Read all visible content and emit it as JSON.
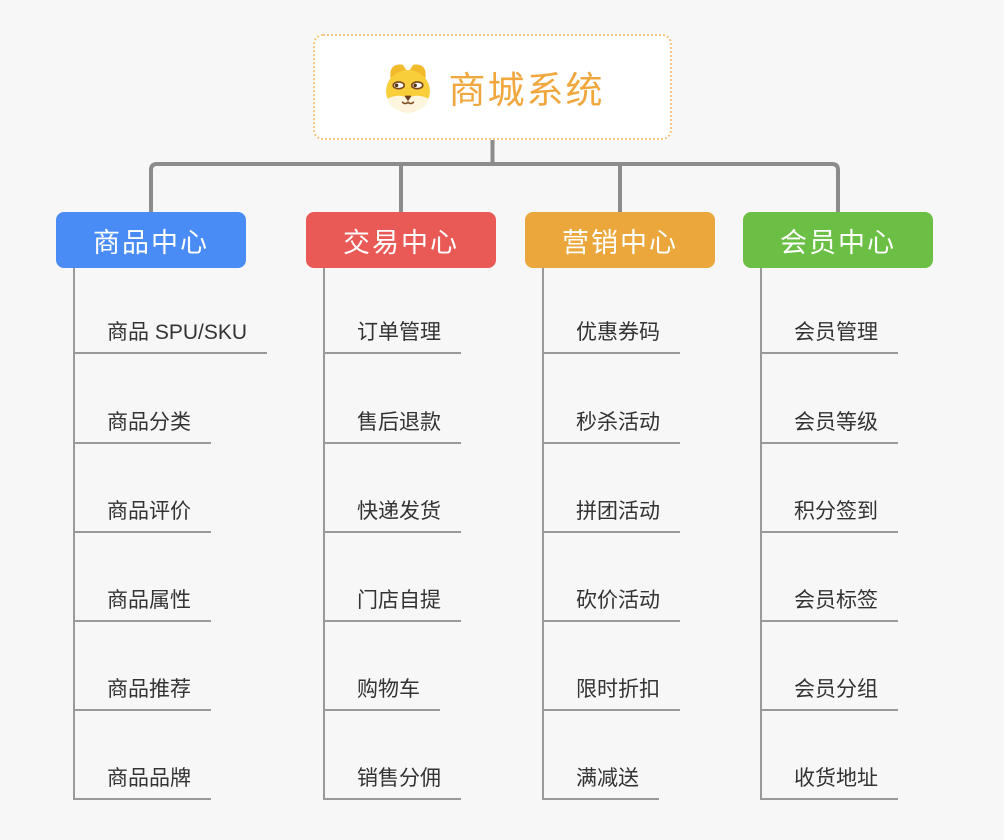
{
  "root": {
    "title": "商城系统",
    "icon": "shiba-dog-icon"
  },
  "branches": [
    {
      "label": "商品中心",
      "color": "#4a8cf5",
      "children": [
        "商品 SPU/SKU",
        "商品分类",
        "商品评价",
        "商品属性",
        "商品推荐",
        "商品品牌"
      ]
    },
    {
      "label": "交易中心",
      "color": "#e95a56",
      "children": [
        "订单管理",
        "售后退款",
        "快递发货",
        "门店自提",
        "购物车",
        "销售分佣"
      ]
    },
    {
      "label": "营销中心",
      "color": "#eba63c",
      "children": [
        "优惠券码",
        "秒杀活动",
        "拼团活动",
        "砍价活动",
        "限时折扣",
        "满减送"
      ]
    },
    {
      "label": "会员中心",
      "color": "#6bbf44",
      "children": [
        "会员管理",
        "会员等级",
        "积分签到",
        "会员标签",
        "会员分组",
        "收货地址"
      ]
    }
  ],
  "colors": {
    "background": "#f7f7f7",
    "connector": "#8c8c8c",
    "child_line": "#9a9a9a",
    "root_border": "#f5c77e",
    "root_text": "#f0a73e",
    "child_text": "#333333"
  }
}
